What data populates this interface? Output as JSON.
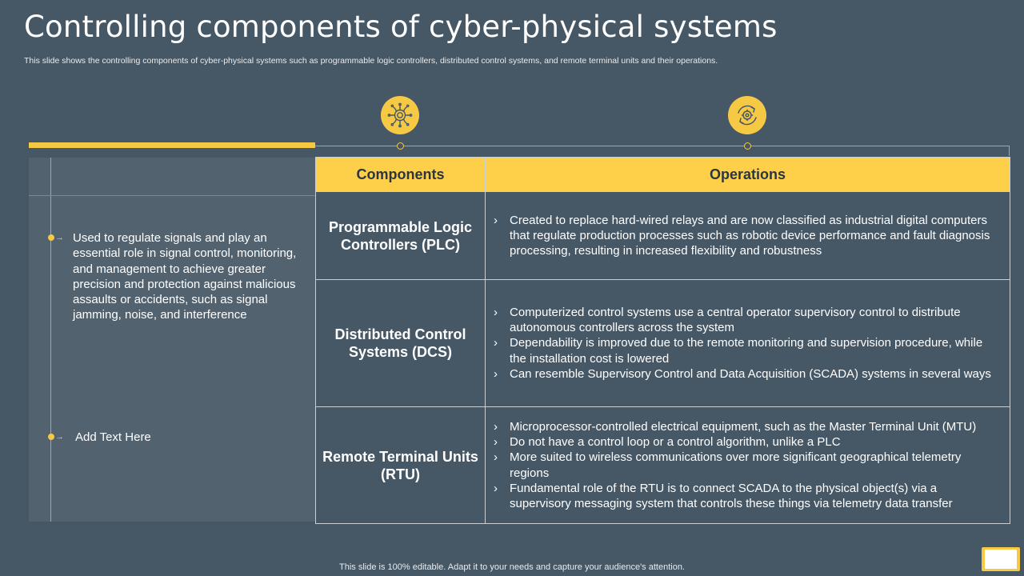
{
  "header": {
    "title": "Controlling components of cyber-physical systems",
    "subtitle": "This slide shows the controlling components of cyber-physical systems such as programmable logic controllers, distributed control systems, and remote terminal units and their operations."
  },
  "left_panel": {
    "items": [
      {
        "text": "Used to regulate signals and play an essential role in signal control, monitoring, and management to achieve greater precision and protection against malicious assaults or accidents, such as signal jamming, noise, and interference"
      },
      {
        "text": "Add Text Here"
      }
    ]
  },
  "table": {
    "headers": [
      "Components",
      "Operations"
    ],
    "rows": [
      {
        "component": "Programmable Logic Controllers (PLC)",
        "operations": [
          "Created to replace hard-wired relays and are now classified as industrial digital computers that regulate production processes such as robotic device performance and fault diagnosis processing, resulting in increased flexibility and robustness"
        ]
      },
      {
        "component": "Distributed Control Systems (DCS)",
        "operations": [
          "Computerized control systems use a central operator supervisory control to distribute autonomous controllers across the system",
          "Dependability is improved due to the remote monitoring and supervision procedure, while the installation cost is lowered",
          "Can resemble Supervisory Control and Data Acquisition (SCADA) systems in several ways"
        ]
      },
      {
        "component": "Remote Terminal Units (RTU)",
        "operations": [
          "Microprocessor-controlled electrical equipment, such as the Master Terminal Unit (MTU)",
          "Do not have a control loop or a control algorithm, unlike a PLC",
          "More suited to wireless communications over more significant geographical telemetry regions",
          "Fundamental role of the RTU is to connect SCADA to the physical object(s) via a supervisory messaging system that controls these things via telemetry  data transfer"
        ]
      }
    ]
  },
  "footer": {
    "text": "This slide is 100% editable. Adapt it to your needs and capture your audience's attention."
  },
  "icons": {
    "components": "circuit-chip-icon",
    "operations": "gear-cycle-icon"
  },
  "colors": {
    "background": "#465765",
    "accent": "#f6c944",
    "header_fill": "#fecf48"
  }
}
